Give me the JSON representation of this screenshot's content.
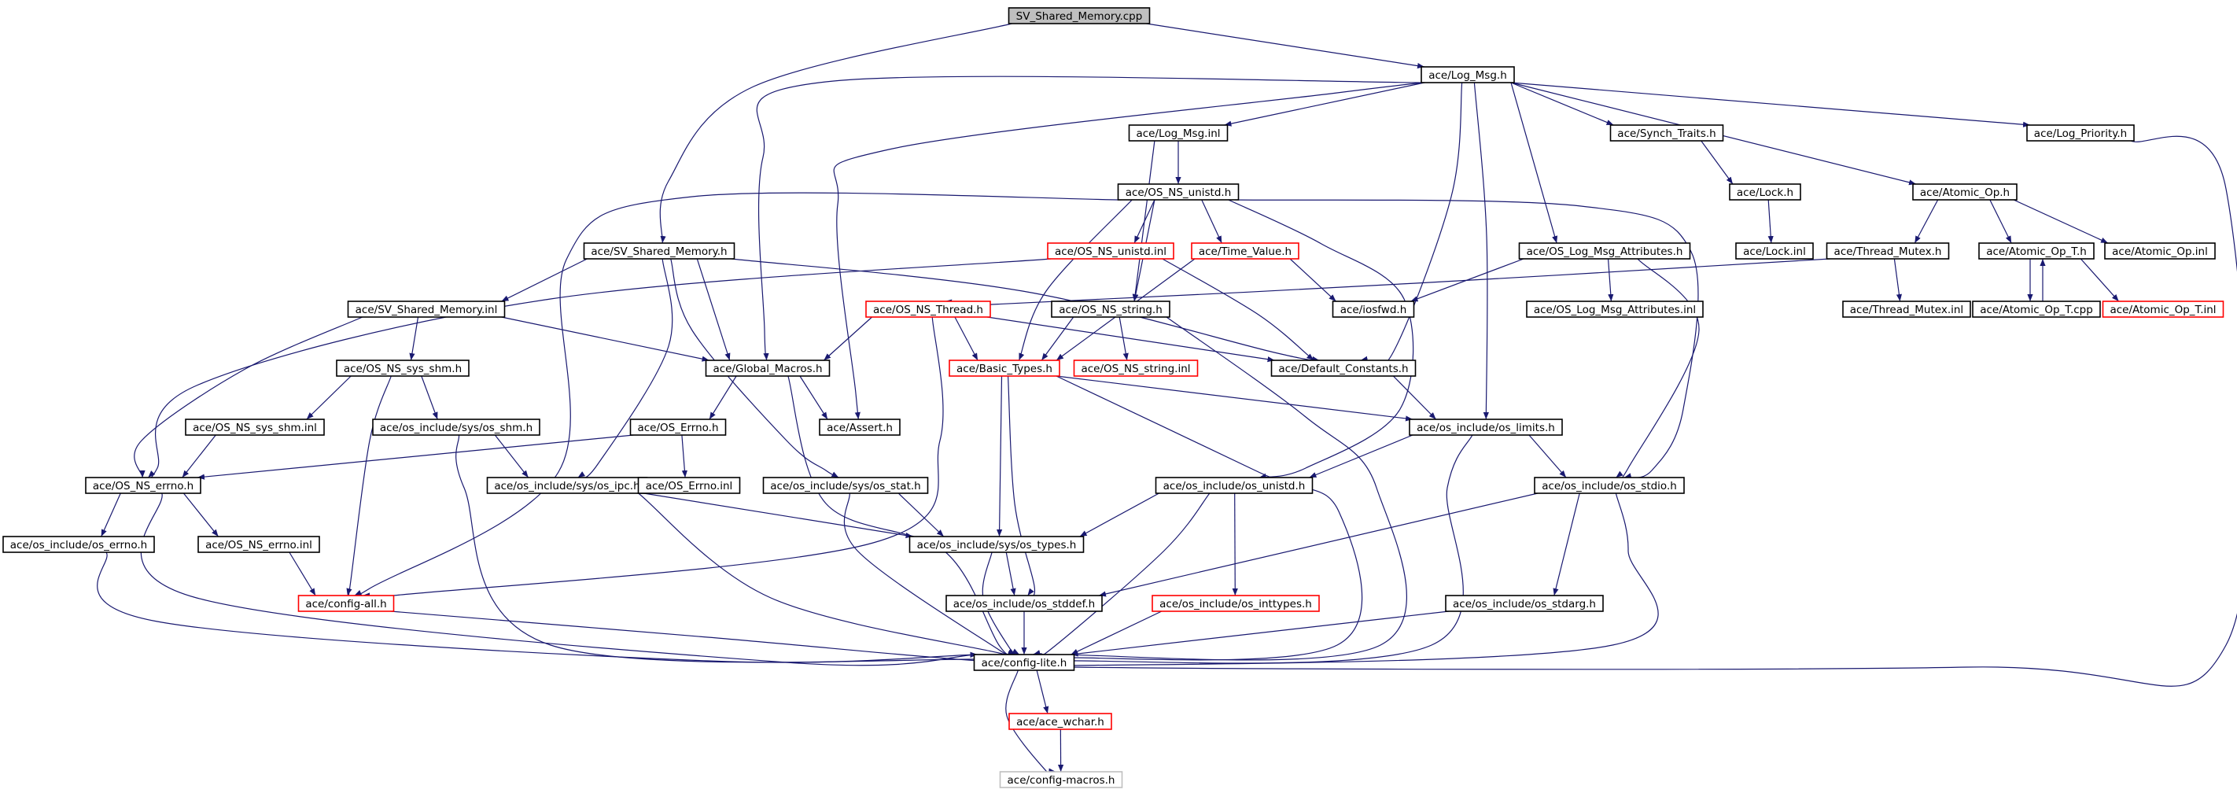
{
  "colors": {
    "edge": "#191970",
    "border_normal": "#000000",
    "border_truncated": "#ff0000",
    "border_undocumented": "#bfbfbf",
    "fill_root": "#bfbfbf",
    "fill_normal": "#ffffff"
  },
  "nodes": [
    {
      "id": "sv_shared_memory_cpp",
      "label": "SV_Shared_Memory.cpp",
      "kind": "root"
    },
    {
      "id": "log_msg_h",
      "label": "ace/Log_Msg.h",
      "kind": "normal"
    },
    {
      "id": "log_msg_inl",
      "label": "ace/Log_Msg.inl",
      "kind": "normal"
    },
    {
      "id": "synch_traits_h",
      "label": "ace/Synch_Traits.h",
      "kind": "normal"
    },
    {
      "id": "log_priority_h",
      "label": "ace/Log_Priority.h",
      "kind": "normal"
    },
    {
      "id": "os_ns_unistd_h",
      "label": "ace/OS_NS_unistd.h",
      "kind": "normal"
    },
    {
      "id": "lock_h",
      "label": "ace/Lock.h",
      "kind": "normal"
    },
    {
      "id": "atomic_op_h",
      "label": "ace/Atomic_Op.h",
      "kind": "normal"
    },
    {
      "id": "sv_shared_memory_h",
      "label": "ace/SV_Shared_Memory.h",
      "kind": "normal"
    },
    {
      "id": "os_ns_unistd_inl",
      "label": "ace/OS_NS_unistd.inl",
      "kind": "truncated"
    },
    {
      "id": "time_value_h",
      "label": "ace/Time_Value.h",
      "kind": "truncated"
    },
    {
      "id": "os_log_msg_attributes_h",
      "label": "ace/OS_Log_Msg_Attributes.h",
      "kind": "normal"
    },
    {
      "id": "lock_inl",
      "label": "ace/Lock.inl",
      "kind": "normal"
    },
    {
      "id": "thread_mutex_h",
      "label": "ace/Thread_Mutex.h",
      "kind": "normal"
    },
    {
      "id": "atomic_op_t_h",
      "label": "ace/Atomic_Op_T.h",
      "kind": "normal"
    },
    {
      "id": "atomic_op_inl",
      "label": "ace/Atomic_Op.inl",
      "kind": "normal"
    },
    {
      "id": "sv_shared_memory_inl",
      "label": "ace/SV_Shared_Memory.inl",
      "kind": "normal"
    },
    {
      "id": "os_ns_thread_h",
      "label": "ace/OS_NS_Thread.h",
      "kind": "truncated"
    },
    {
      "id": "os_ns_string_h",
      "label": "ace/OS_NS_string.h",
      "kind": "normal"
    },
    {
      "id": "iosfwd_h",
      "label": "ace/iosfwd.h",
      "kind": "normal"
    },
    {
      "id": "os_log_msg_attributes_inl",
      "label": "ace/OS_Log_Msg_Attributes.inl",
      "kind": "normal"
    },
    {
      "id": "thread_mutex_inl",
      "label": "ace/Thread_Mutex.inl",
      "kind": "normal"
    },
    {
      "id": "atomic_op_t_cpp",
      "label": "ace/Atomic_Op_T.cpp",
      "kind": "normal"
    },
    {
      "id": "atomic_op_t_inl",
      "label": "ace/Atomic_Op_T.inl",
      "kind": "truncated"
    },
    {
      "id": "os_ns_sys_shm_h",
      "label": "ace/OS_NS_sys_shm.h",
      "kind": "normal"
    },
    {
      "id": "global_macros_h",
      "label": "ace/Global_Macros.h",
      "kind": "normal"
    },
    {
      "id": "basic_types_h",
      "label": "ace/Basic_Types.h",
      "kind": "truncated"
    },
    {
      "id": "os_ns_string_inl",
      "label": "ace/OS_NS_string.inl",
      "kind": "truncated"
    },
    {
      "id": "default_constants_h",
      "label": "ace/Default_Constants.h",
      "kind": "normal"
    },
    {
      "id": "os_ns_sys_shm_inl",
      "label": "ace/OS_NS_sys_shm.inl",
      "kind": "normal"
    },
    {
      "id": "os_shm_h",
      "label": "ace/os_include/sys/os_shm.h",
      "kind": "normal"
    },
    {
      "id": "os_errno_h",
      "label": "ace/OS_Errno.h",
      "kind": "normal"
    },
    {
      "id": "assert_h",
      "label": "ace/Assert.h",
      "kind": "normal"
    },
    {
      "id": "os_limits_h",
      "label": "ace/os_include/os_limits.h",
      "kind": "normal"
    },
    {
      "id": "os_ns_errno_h",
      "label": "ace/OS_NS_errno.h",
      "kind": "normal"
    },
    {
      "id": "os_ipc_h",
      "label": "ace/os_include/sys/os_ipc.h",
      "kind": "normal"
    },
    {
      "id": "os_errno_inl",
      "label": "ace/OS_Errno.inl",
      "kind": "normal"
    },
    {
      "id": "os_stat_h",
      "label": "ace/os_include/sys/os_stat.h",
      "kind": "normal"
    },
    {
      "id": "os_unistd_h",
      "label": "ace/os_include/os_unistd.h",
      "kind": "normal"
    },
    {
      "id": "os_stdio_h",
      "label": "ace/os_include/os_stdio.h",
      "kind": "normal"
    },
    {
      "id": "os_include_os_errno_h",
      "label": "ace/os_include/os_errno.h",
      "kind": "normal"
    },
    {
      "id": "os_ns_errno_inl",
      "label": "ace/OS_NS_errno.inl",
      "kind": "normal"
    },
    {
      "id": "os_types_h",
      "label": "ace/os_include/sys/os_types.h",
      "kind": "normal"
    },
    {
      "id": "config_all_h",
      "label": "ace/config-all.h",
      "kind": "truncated"
    },
    {
      "id": "os_stddef_h",
      "label": "ace/os_include/os_stddef.h",
      "kind": "normal"
    },
    {
      "id": "os_inttypes_h",
      "label": "ace/os_include/os_inttypes.h",
      "kind": "truncated"
    },
    {
      "id": "os_stdarg_h",
      "label": "ace/os_include/os_stdarg.h",
      "kind": "normal"
    },
    {
      "id": "config_lite_h",
      "label": "ace/config-lite.h",
      "kind": "normal"
    },
    {
      "id": "ace_wchar_h",
      "label": "ace/ace_wchar.h",
      "kind": "truncated"
    },
    {
      "id": "config_macros_h",
      "label": "ace/config-macros.h",
      "kind": "undocumented"
    }
  ],
  "edges": [
    [
      "sv_shared_memory_cpp",
      "log_msg_h"
    ],
    [
      "sv_shared_memory_cpp",
      "sv_shared_memory_h"
    ],
    [
      "log_msg_h",
      "log_msg_inl"
    ],
    [
      "log_msg_h",
      "synch_traits_h"
    ],
    [
      "log_msg_h",
      "log_priority_h"
    ],
    [
      "log_msg_h",
      "atomic_op_h"
    ],
    [
      "log_msg_h",
      "os_log_msg_attributes_h"
    ],
    [
      "log_msg_h",
      "global_macros_h"
    ],
    [
      "log_msg_h",
      "assert_h"
    ],
    [
      "log_msg_h",
      "default_constants_h"
    ],
    [
      "log_msg_h",
      "os_limits_h"
    ],
    [
      "log_msg_inl",
      "os_ns_unistd_h"
    ],
    [
      "log_msg_inl",
      "os_ns_string_h"
    ],
    [
      "os_ns_unistd_h",
      "os_ns_unistd_inl"
    ],
    [
      "os_ns_unistd_h",
      "time_value_h"
    ],
    [
      "os_ns_unistd_h",
      "os_ns_string_h"
    ],
    [
      "os_ns_unistd_h",
      "basic_types_h"
    ],
    [
      "os_ns_unistd_h",
      "os_unistd_h"
    ],
    [
      "os_ns_unistd_h",
      "os_stdio_h"
    ],
    [
      "os_ns_unistd_h",
      "config_all_h"
    ],
    [
      "synch_traits_h",
      "lock_h"
    ],
    [
      "lock_h",
      "lock_inl"
    ],
    [
      "atomic_op_h",
      "thread_mutex_h"
    ],
    [
      "atomic_op_h",
      "atomic_op_t_h"
    ],
    [
      "atomic_op_h",
      "atomic_op_inl"
    ],
    [
      "thread_mutex_h",
      "thread_mutex_inl"
    ],
    [
      "thread_mutex_h",
      "os_ns_thread_h"
    ],
    [
      "atomic_op_t_h",
      "atomic_op_t_cpp"
    ],
    [
      "atomic_op_t_h",
      "atomic_op_t_inl"
    ],
    [
      "atomic_op_t_cpp",
      "atomic_op_t_h"
    ],
    [
      "sv_shared_memory_h",
      "sv_shared_memory_inl"
    ],
    [
      "sv_shared_memory_h",
      "global_macros_h"
    ],
    [
      "sv_shared_memory_h",
      "os_ipc_h"
    ],
    [
      "sv_shared_memory_h",
      "os_stat_h"
    ],
    [
      "sv_shared_memory_h",
      "default_constants_h"
    ],
    [
      "sv_shared_memory_inl",
      "os_ns_sys_shm_h"
    ],
    [
      "sv_shared_memory_inl",
      "os_ns_errno_h"
    ],
    [
      "sv_shared_memory_inl",
      "global_macros_h"
    ],
    [
      "os_ns_unistd_inl",
      "os_ns_errno_h"
    ],
    [
      "os_ns_unistd_inl",
      "default_constants_h"
    ],
    [
      "time_value_h",
      "basic_types_h"
    ],
    [
      "time_value_h",
      "iosfwd_h"
    ],
    [
      "os_log_msg_attributes_h",
      "os_log_msg_attributes_inl"
    ],
    [
      "os_log_msg_attributes_h",
      "iosfwd_h"
    ],
    [
      "os_log_msg_attributes_h",
      "os_stdio_h"
    ],
    [
      "os_ns_thread_h",
      "global_macros_h"
    ],
    [
      "os_ns_thread_h",
      "basic_types_h"
    ],
    [
      "os_ns_thread_h",
      "default_constants_h"
    ],
    [
      "os_ns_thread_h",
      "config_all_h"
    ],
    [
      "os_ns_string_h",
      "os_ns_string_inl"
    ],
    [
      "os_ns_string_h",
      "basic_types_h"
    ],
    [
      "os_ns_string_h",
      "config_lite_h"
    ],
    [
      "os_ns_sys_shm_h",
      "os_ns_sys_shm_inl"
    ],
    [
      "os_ns_sys_shm_h",
      "os_shm_h"
    ],
    [
      "os_ns_sys_shm_h",
      "config_all_h"
    ],
    [
      "os_ns_sys_shm_inl",
      "os_ns_errno_h"
    ],
    [
      "os_shm_h",
      "os_ipc_h"
    ],
    [
      "os_shm_h",
      "config_lite_h"
    ],
    [
      "global_macros_h",
      "os_errno_h"
    ],
    [
      "global_macros_h",
      "assert_h"
    ],
    [
      "global_macros_h",
      "config_lite_h"
    ],
    [
      "basic_types_h",
      "os_limits_h"
    ],
    [
      "basic_types_h",
      "os_types_h"
    ],
    [
      "basic_types_h",
      "os_stddef_h"
    ],
    [
      "basic_types_h",
      "config_lite_h"
    ],
    [
      "default_constants_h",
      "os_limits_h"
    ],
    [
      "os_errno_h",
      "os_errno_inl"
    ],
    [
      "os_errno_h",
      "os_ns_errno_h"
    ],
    [
      "os_limits_h",
      "os_unistd_h"
    ],
    [
      "os_limits_h",
      "os_stdio_h"
    ],
    [
      "os_limits_h",
      "config_lite_h"
    ],
    [
      "os_ns_errno_h",
      "os_include_os_errno_h"
    ],
    [
      "os_ns_errno_h",
      "os_ns_errno_inl"
    ],
    [
      "os_ns_errno_h",
      "config_lite_h"
    ],
    [
      "os_ipc_h",
      "os_types_h"
    ],
    [
      "os_ipc_h",
      "config_lite_h"
    ],
    [
      "os_stat_h",
      "os_types_h"
    ],
    [
      "os_stat_h",
      "config_lite_h"
    ],
    [
      "os_unistd_h",
      "os_types_h"
    ],
    [
      "os_unistd_h",
      "os_inttypes_h"
    ],
    [
      "os_unistd_h",
      "config_lite_h"
    ],
    [
      "os_stdio_h",
      "os_stddef_h"
    ],
    [
      "os_stdio_h",
      "os_stdarg_h"
    ],
    [
      "os_stdio_h",
      "config_lite_h"
    ],
    [
      "os_include_os_errno_h",
      "config_lite_h"
    ],
    [
      "os_ns_errno_inl",
      "config_all_h"
    ],
    [
      "os_types_h",
      "os_stddef_h"
    ],
    [
      "os_types_h",
      "config_lite_h"
    ],
    [
      "config_all_h",
      "config_lite_h"
    ],
    [
      "os_stddef_h",
      "config_lite_h"
    ],
    [
      "os_inttypes_h",
      "config_lite_h"
    ],
    [
      "os_stdarg_h",
      "config_lite_h"
    ],
    [
      "config_lite_h",
      "ace_wchar_h"
    ],
    [
      "config_lite_h",
      "config_macros_h"
    ],
    [
      "ace_wchar_h",
      "config_macros_h"
    ],
    [
      "log_priority_h",
      "config_lite_h"
    ]
  ]
}
